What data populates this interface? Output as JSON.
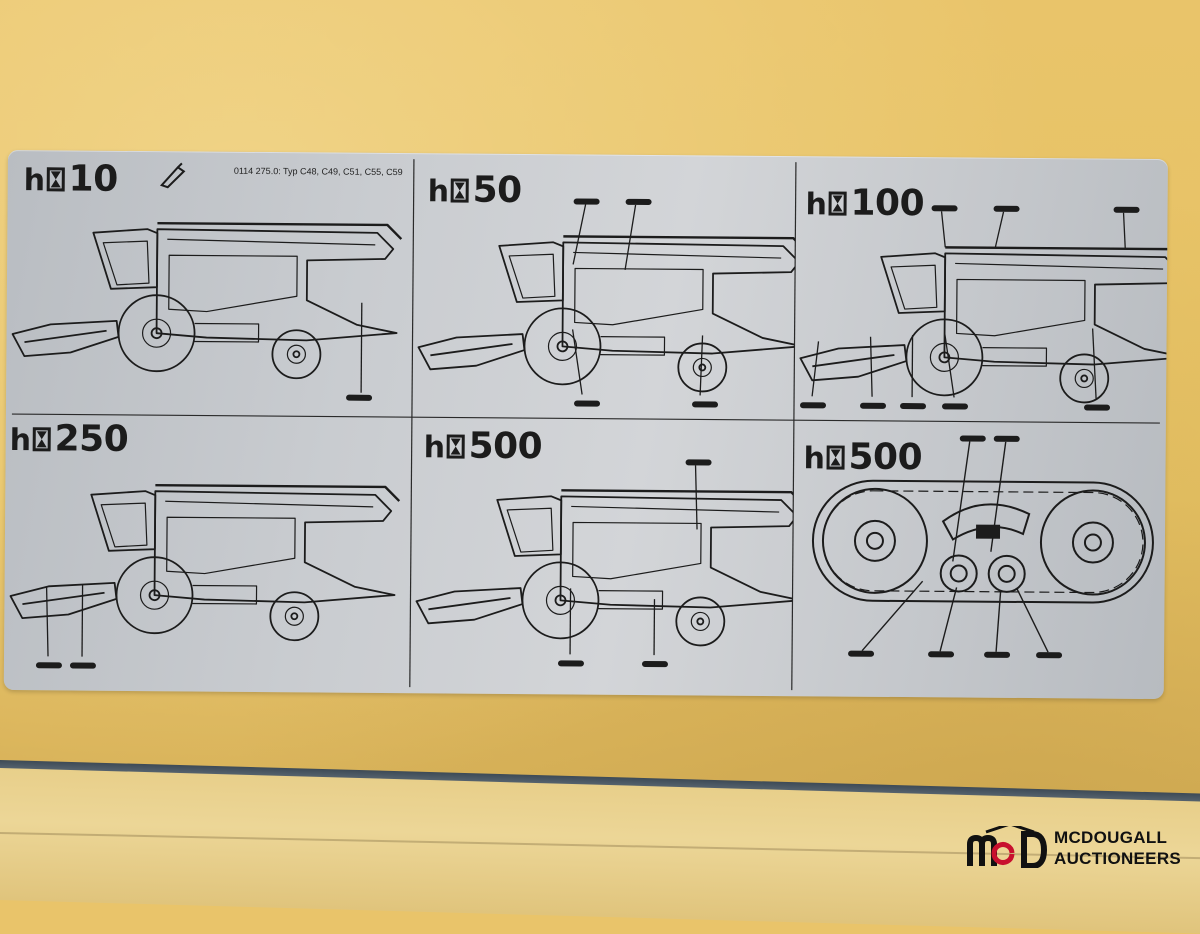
{
  "decal": {
    "part_number_text": "0114  275.0: Typ  C48, C49, C51, C55, C59",
    "cells": [
      {
        "interval": "10"
      },
      {
        "interval": "50"
      },
      {
        "interval": "100"
      },
      {
        "interval": "250"
      },
      {
        "interval": "500"
      },
      {
        "interval": "500"
      }
    ],
    "label_prefix": "h",
    "icons": [
      "hourglass-icon",
      "grease-gun-icon",
      "combine-harvester-illustration",
      "track-drive-illustration"
    ]
  },
  "watermark": {
    "line1": "MCDOUGALL",
    "line2": "AUCTIONEERS",
    "accent_color": "#c8102e"
  },
  "colors": {
    "machine_body": "#e6c264",
    "decal_plate": "#c9ccd0",
    "ink": "#1c1c1c"
  }
}
